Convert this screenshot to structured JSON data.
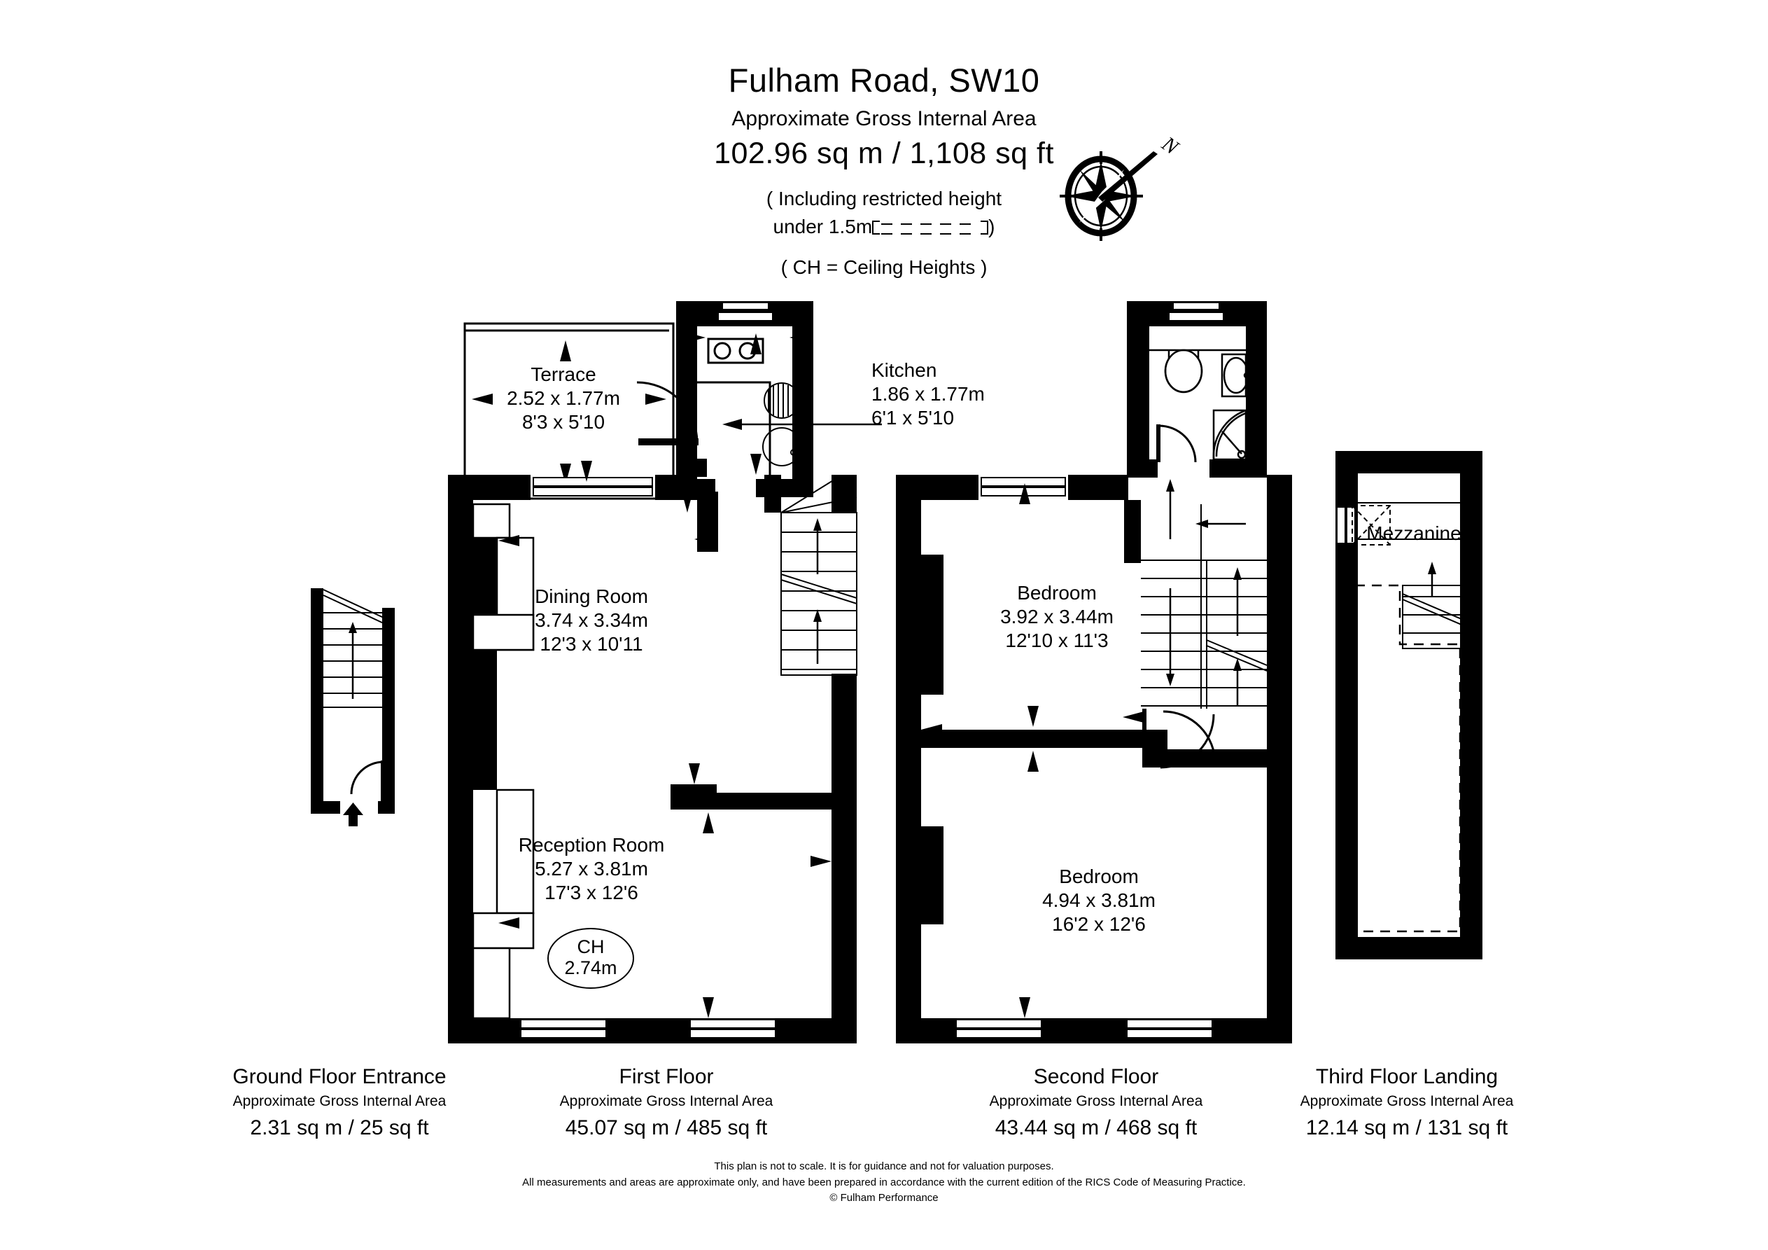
{
  "header": {
    "title": "Fulham Road, SW10",
    "subtitle": "Approximate Gross Internal Area",
    "total_area": "102.96 sq m  /  1,108 sq ft",
    "restricted_prefix": "( Including restricted height",
    "restricted_line2_pre": "under 1.5m",
    "restricted_line2_post": ")",
    "ch_note": "( CH = Ceiling Heights )",
    "compass_label": "N"
  },
  "rooms": {
    "terrace": {
      "name": "Terrace",
      "dim_m": "2.52 x 1.77m",
      "dim_ft": "8'3 x 5'10"
    },
    "kitchen": {
      "name": "Kitchen",
      "dim_m": "1.86 x 1.77m",
      "dim_ft": "6'1 x 5'10"
    },
    "dining_room": {
      "name": "Dining Room",
      "dim_m": "3.74 x 3.34m",
      "dim_ft": "12'3 x 10'11"
    },
    "reception_room": {
      "name": "Reception Room",
      "dim_m": "5.27 x 3.81m",
      "dim_ft": "17'3 x 12'6"
    },
    "ceiling_height": {
      "label": "CH",
      "value": "2.74m"
    },
    "bedroom_1": {
      "name": "Bedroom",
      "dim_m": "3.92 x 3.44m",
      "dim_ft": "12'10 x 11'3"
    },
    "bedroom_2": {
      "name": "Bedroom",
      "dim_m": "4.94 x 3.81m",
      "dim_ft": "16'2 x 12'6"
    },
    "mezzanine": {
      "name": "Mezzanine"
    }
  },
  "floors": [
    {
      "name": "Ground Floor Entrance",
      "sub": "Approximate Gross Internal Area",
      "area": "2.31 sq m  /  25 sq ft"
    },
    {
      "name": "First Floor",
      "sub": "Approximate Gross Internal Area",
      "area": "45.07 sq m  /  485 sq ft"
    },
    {
      "name": "Second Floor",
      "sub": "Approximate Gross Internal Area",
      "area": "43.44 sq m  /  468 sq ft"
    },
    {
      "name": "Third Floor Landing",
      "sub": "Approximate Gross Internal Area",
      "area": "12.14 sq m  /  131 sq ft"
    }
  ],
  "disclaimer": {
    "line1": "This plan is not to scale. It is for guidance and not for valuation purposes.",
    "line2": "All measurements and areas are approximate only, and have been prepared in accordance with the current edition of the RICS Code of Measuring Practice.",
    "line3": "© Fulham Performance"
  },
  "colors": {
    "wall": "#000000",
    "background": "#ffffff",
    "line": "#000000"
  }
}
